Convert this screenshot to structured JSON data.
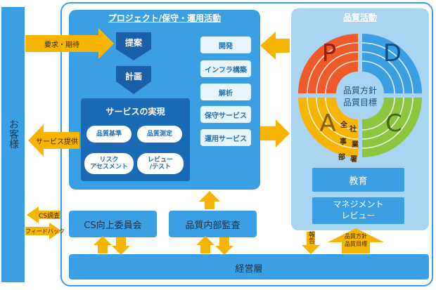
{
  "customer": "お客様",
  "project": {
    "title": "プロジェクト/保守・運用活動",
    "steps": [
      "提案",
      "計画"
    ],
    "realization": {
      "title": "サービスの実現",
      "items": [
        "品質基準",
        "品質測定",
        "リスク\nアセスメント",
        "レビュー\n/テスト"
      ]
    },
    "activities": [
      "開発",
      "インフラ構築",
      "解析",
      "保守サービス",
      "運用サービス"
    ]
  },
  "quality": {
    "title": "品質活動",
    "pdca": [
      "P",
      "D",
      "A",
      "C"
    ],
    "center": [
      "品質方針",
      "品質目標"
    ],
    "dept": [
      "全",
      "社",
      "事",
      "業",
      "部",
      "署"
    ],
    "education": "教育",
    "review": "マネジメント\nレビュー"
  },
  "cs_committee": "CS向上委員会",
  "audit": "品質内部監査",
  "management": "経営層",
  "arrows": {
    "requirements": "要求・期待",
    "service_provision": "サービス提供",
    "cs_survey": "CS調査",
    "feedback": "フィードバック",
    "report": "報告",
    "policy_goal": "品質方針\n品質目標"
  },
  "colors": {
    "blue": "#3aa0e3",
    "pale": "#a9d4f2",
    "orange": "#f7b500",
    "plan": "#f05a28",
    "do": "#3aa0e3",
    "check": "#8cc63f",
    "act": "#f7b500"
  }
}
